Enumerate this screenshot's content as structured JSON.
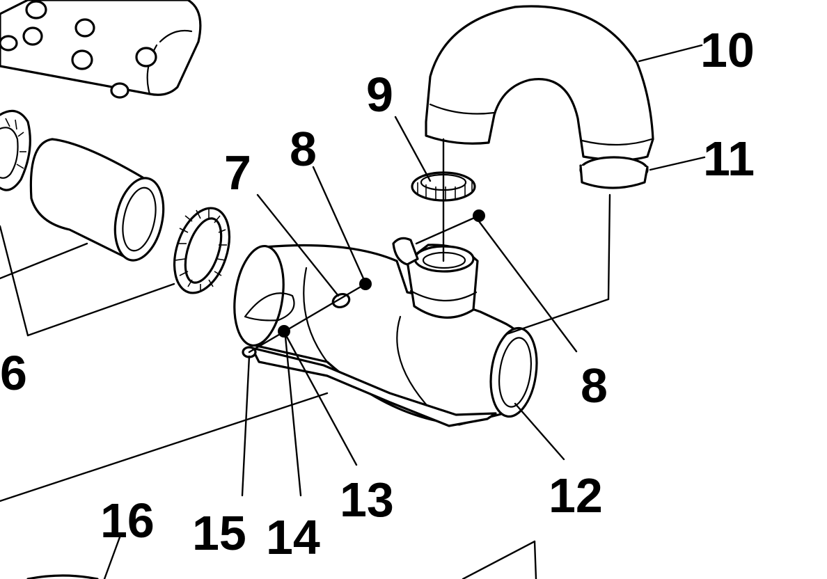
{
  "diagram": {
    "callouts": [
      {
        "id": "6",
        "text": "6"
      },
      {
        "id": "7",
        "text": "7"
      },
      {
        "id": "8a",
        "text": "8"
      },
      {
        "id": "8b",
        "text": "8"
      },
      {
        "id": "9",
        "text": "9"
      },
      {
        "id": "10",
        "text": "10"
      },
      {
        "id": "11",
        "text": "11"
      },
      {
        "id": "12",
        "text": "12"
      },
      {
        "id": "13",
        "text": "13"
      },
      {
        "id": "14",
        "text": "14"
      },
      {
        "id": "15",
        "text": "15"
      },
      {
        "id": "16",
        "text": "16"
      }
    ],
    "line_color": "#000000",
    "background": "#ffffff"
  }
}
